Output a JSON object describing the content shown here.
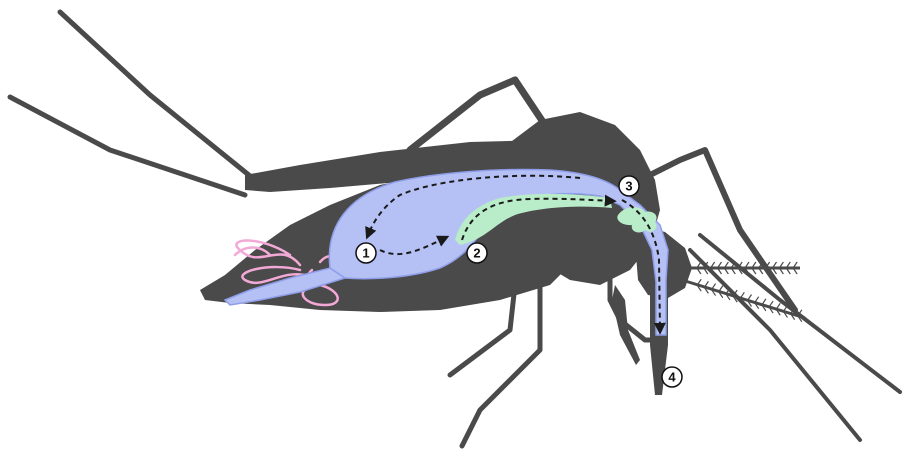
{
  "colors": {
    "body": "#4a4a4a",
    "gut": "#b5c0f5",
    "gut_outline": "#8f9ee8",
    "gland": "#b9ecc8",
    "tubules": "#f2a9d6",
    "arrow": "#1a1a1a",
    "background": "#ffffff"
  },
  "markers": [
    {
      "label": "1"
    },
    {
      "label": "2"
    },
    {
      "label": "3"
    },
    {
      "label": "4"
    }
  ]
}
